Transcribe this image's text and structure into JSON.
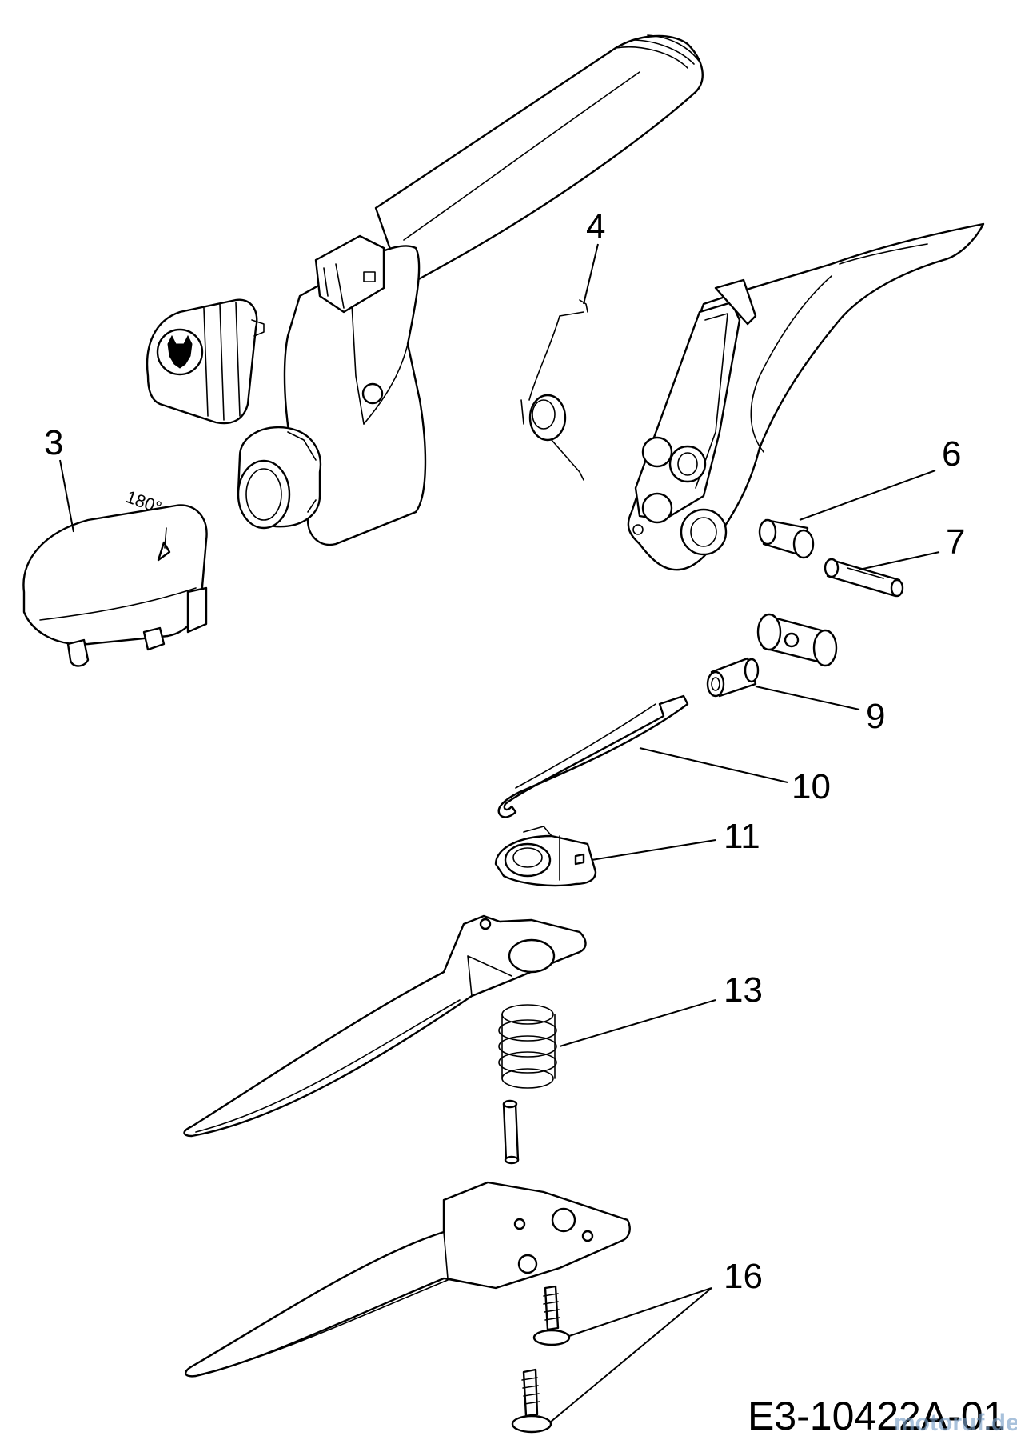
{
  "diagram": {
    "code": "E3-10422A-01",
    "watermark": "motoruf.de",
    "dial_text": "180°"
  },
  "callouts": [
    {
      "id": "3",
      "label": "3"
    },
    {
      "id": "4",
      "label": "4"
    },
    {
      "id": "6",
      "label": "6"
    },
    {
      "id": "7",
      "label": "7"
    },
    {
      "id": "9",
      "label": "9"
    },
    {
      "id": "10",
      "label": "10"
    },
    {
      "id": "11",
      "label": "11"
    },
    {
      "id": "13",
      "label": "13"
    },
    {
      "id": "16",
      "label": "16"
    }
  ],
  "parts": [
    {
      "name": "main-handle"
    },
    {
      "name": "logo-cap"
    },
    {
      "name": "end-cap",
      "callout": "3"
    },
    {
      "name": "torsion-spring",
      "callout": "4"
    },
    {
      "name": "lever-handle"
    },
    {
      "name": "bushing",
      "callout": "6"
    },
    {
      "name": "pin",
      "callout": "7"
    },
    {
      "name": "cross-bushing"
    },
    {
      "name": "sleeve",
      "callout": "9"
    },
    {
      "name": "hook-rod",
      "callout": "10"
    },
    {
      "name": "rotary-disc",
      "callout": "11"
    },
    {
      "name": "upper-blade"
    },
    {
      "name": "compression-spring",
      "callout": "13"
    },
    {
      "name": "dowel-pin"
    },
    {
      "name": "lower-blade"
    },
    {
      "name": "screws",
      "callout": "16"
    }
  ]
}
